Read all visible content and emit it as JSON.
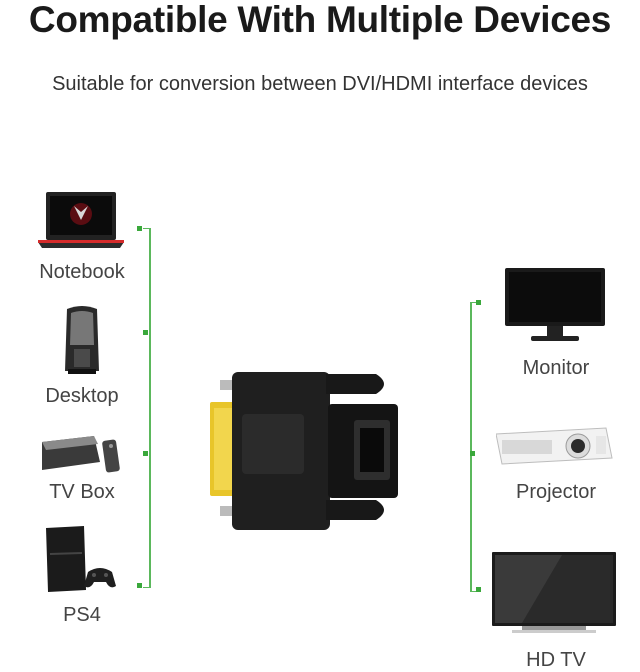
{
  "title": "Compatible With Multiple Devices",
  "subtitle": "Suitable for conversion between DVI/HDMI interface devices",
  "left_devices": [
    {
      "label": "Notebook",
      "icon": "laptop-icon"
    },
    {
      "label": "Desktop",
      "icon": "desktop-tower-icon"
    },
    {
      "label": "TV Box",
      "icon": "tv-box-icon"
    },
    {
      "label": "PS4",
      "icon": "ps4-console-icon"
    }
  ],
  "right_devices": [
    {
      "label": "Monitor",
      "icon": "monitor-icon"
    },
    {
      "label": "Projector",
      "icon": "projector-icon"
    },
    {
      "label": "HD TV",
      "icon": "hd-tv-icon"
    }
  ],
  "colors": {
    "bracket": "#5bb85c",
    "connector_gold": "#e8c52a",
    "adapter_body": "#1c1c1c"
  }
}
